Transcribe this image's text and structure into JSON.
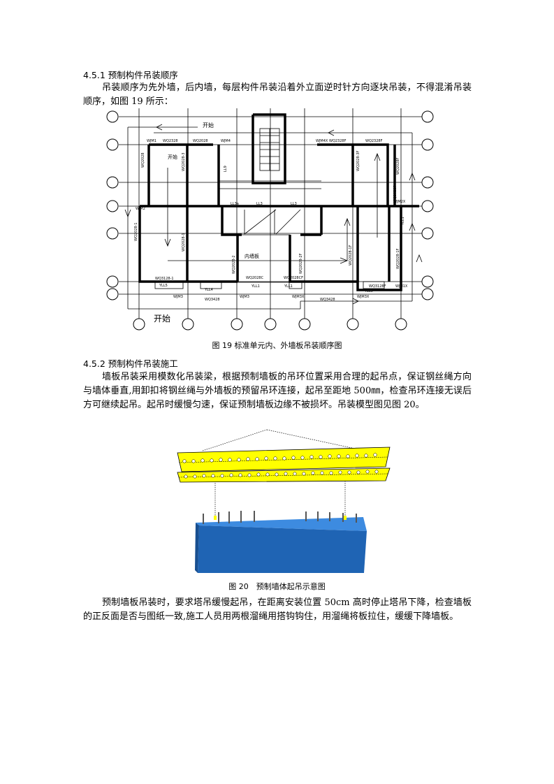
{
  "section1": {
    "heading": "4.5.1 预制构件吊装顺序",
    "paragraph": "吊装顺序为先外墙，后内墙，每层构件吊装沿着外立面逆时针方向逐块吊装，不得混淆吊装顺序，如图 19 所示：",
    "figure": {
      "caption": "图 19 标准单元内、外墙板吊装顺序图",
      "start_label_top": "开始",
      "start_label_inner": "开始",
      "start_label_bottom": "开始",
      "inner_wall_label": "内墙板",
      "panel_codes": {
        "a1": "WJM1",
        "a2": "WQ2328",
        "a3": "WQ2028",
        "a4": "WJM4",
        "a5": "WJM4X",
        "a6": "WQ2328F",
        "a7": "WQ2328F",
        "b1": "WQ2028",
        "b2": "WQ2028-3",
        "b3": "WQ2028-3F",
        "b4": "WQ2028F",
        "c1": "WJM2",
        "c2": "WJM2X",
        "c3": "WQ2028F",
        "c4": "YLL1",
        "d1": "WQ2028-1",
        "d2": "WQ2028-1",
        "d3": "WQ2028-2",
        "d4": "WQ2028-2F",
        "d5": "WQ2028-1F",
        "d6": "WQ2028-1F",
        "e1": "WQ3128-1",
        "e2": "YLL5",
        "e3": "YLL4",
        "e4": "WQ2028C",
        "e5": "YLL1",
        "e6": "YLL1",
        "e7": "WQ2028CF",
        "e8": "YLL5",
        "e9": "WQ3128F",
        "e10": "WJM1X",
        "f1": "WJM3",
        "f2": "WQ3428",
        "f3": "WJM3",
        "f4": "WJM3X",
        "f5": "WQ3428",
        "f6": "WJM3X",
        "g1": "LL9",
        "g2": "LL3a",
        "g3": "LL3",
        "g4": "LL3"
      }
    }
  },
  "section2": {
    "heading": "4.5.2 预制构件吊装施工",
    "paragraph": "墙板吊装采用模数化吊装梁，根据预制墙板的吊环位置采用合理的起吊点，保证钢丝绳方向与墙体垂直,用卸扣将钢丝绳与外墙板的预留吊环连接，起吊至距地 500㎜，检查吊环连接无误后方可继续起吊。起吊时缓慢匀速，保证预制墙板边缘不被损坏。吊装模型图见图 20。",
    "figure": {
      "caption": "图 20　预制墙体起吊示意图",
      "colors": {
        "beam": "#ffff00",
        "panel": "#1f64b4",
        "panel_top": "#3d8be0"
      }
    }
  },
  "section3": {
    "paragraph": "预制墙板吊装时，要求塔吊缓慢起吊，在距离安装位置 50cm 高时停止塔吊下降，检查墙板的正反面是否与图纸一致,施工人员用两根溜绳用搭钩钩住，用溜绳将板拉住，缓缓下降墙板。"
  }
}
